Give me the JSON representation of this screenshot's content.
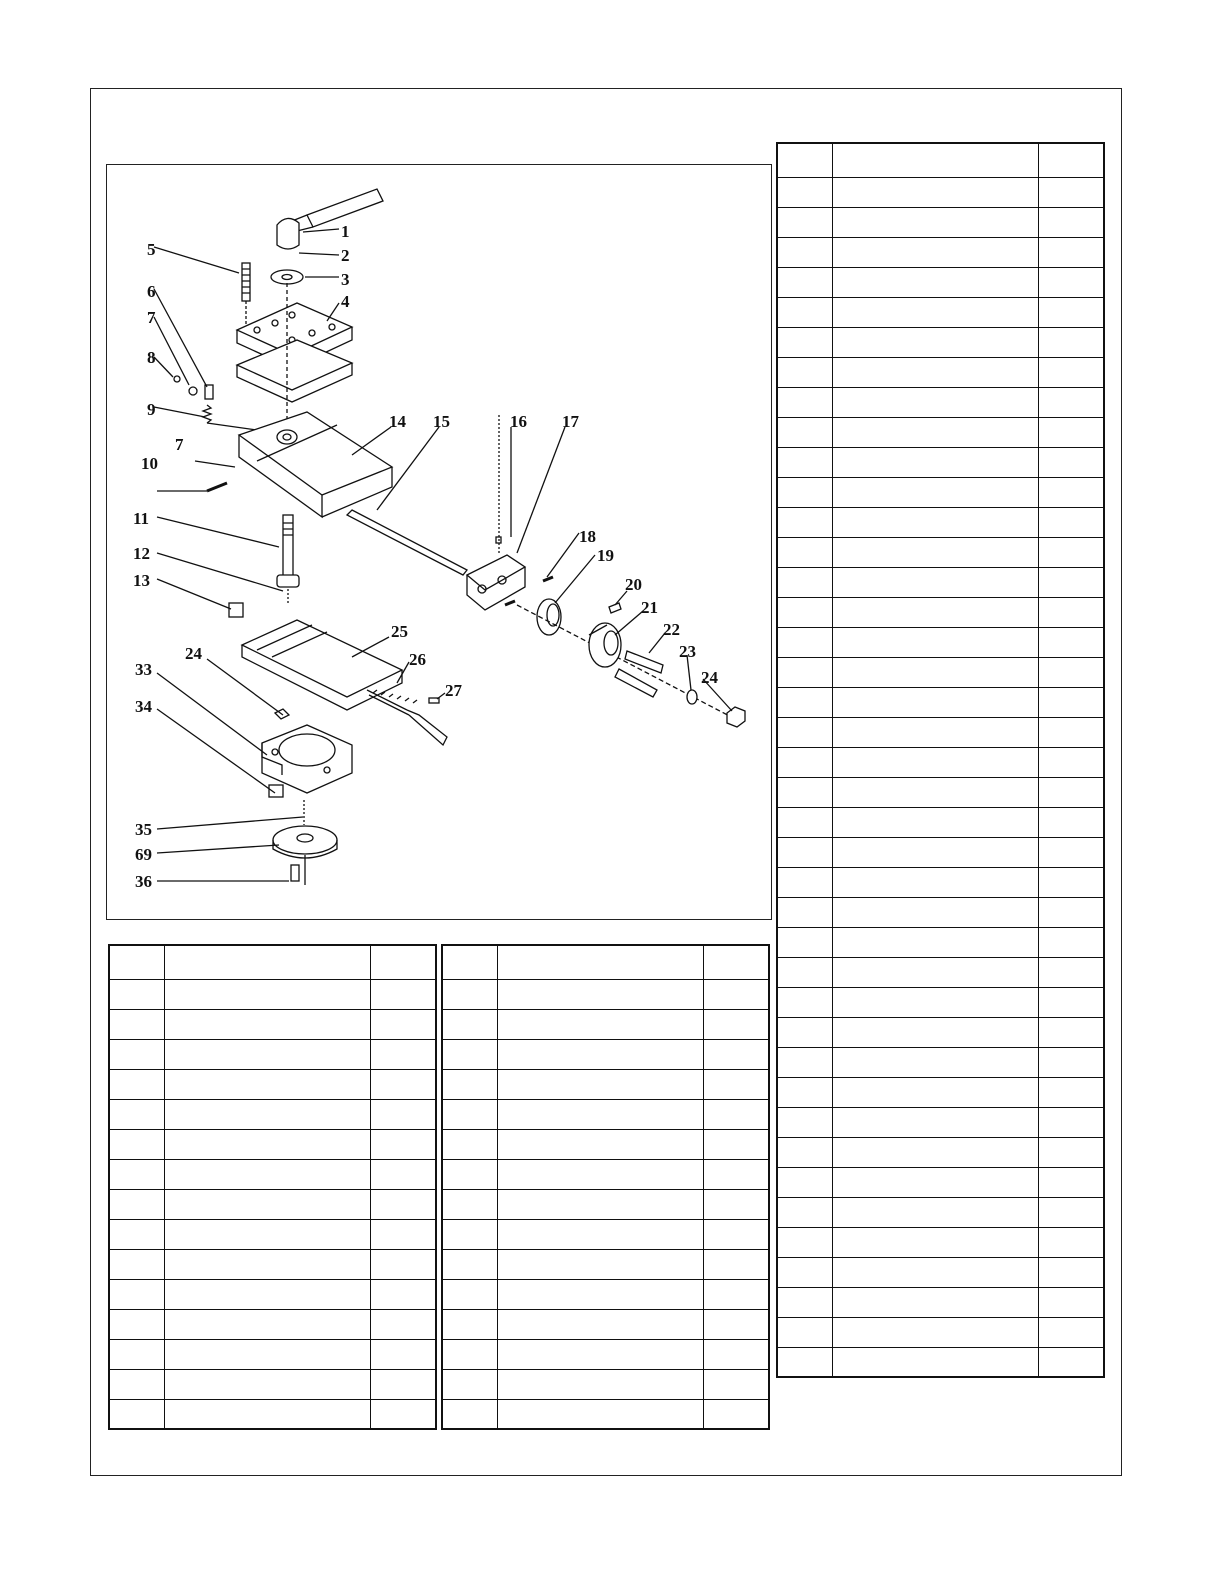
{
  "diagram": {
    "callouts": [
      "1",
      "2",
      "3",
      "4",
      "5",
      "6",
      "7",
      "8",
      "9",
      "14",
      "15",
      "16",
      "17",
      "7",
      "10",
      "11",
      "12",
      "13",
      "18",
      "19",
      "20",
      "21",
      "22",
      "23",
      "24",
      "25",
      "26",
      "27",
      "24",
      "33",
      "34",
      "35",
      "69",
      "36"
    ]
  },
  "tables": {
    "left": {
      "header": [
        "",
        "",
        ""
      ],
      "rows": 15
    },
    "middle": {
      "header": [
        "",
        "",
        ""
      ],
      "rows": 15
    },
    "right": {
      "header": [
        "",
        "",
        ""
      ],
      "rows": 40
    }
  }
}
